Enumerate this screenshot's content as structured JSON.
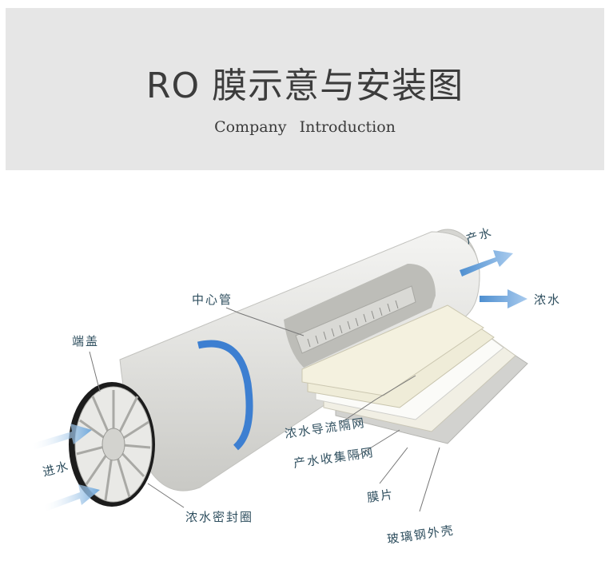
{
  "header": {
    "title": "RO 膜示意与安装图",
    "subtitle": "Company   Introduction"
  },
  "diagram": {
    "labels": {
      "center_tube": "中心管",
      "end_cap": "端盖",
      "product_water": "产水",
      "concentrate": "浓水",
      "inlet_water": "进水",
      "concentrate_spacer": "浓水导流隔网",
      "permeate_spacer": "产水收集隔网",
      "membrane_sheet": "膜片",
      "fiberglass_shell": "玻璃钢外壳",
      "brine_seal": "浓水密封圈"
    },
    "colors": {
      "arrow": "#6fa8dc",
      "blue_band": "#3d7fd1",
      "shell": "#e4e4e0",
      "label_text": "#2f4f5f"
    }
  }
}
